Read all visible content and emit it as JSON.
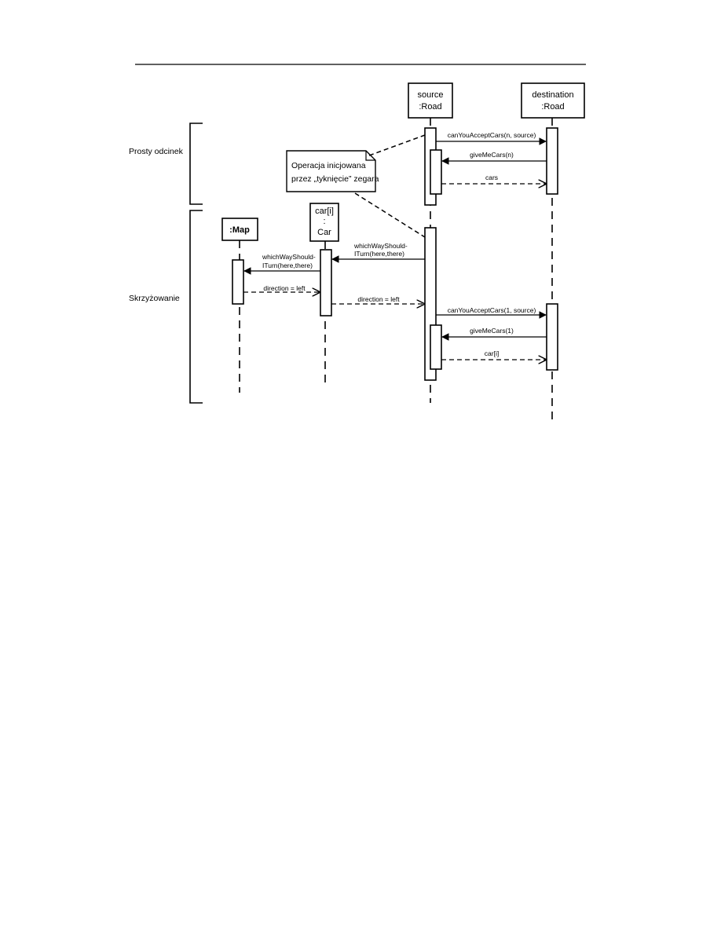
{
  "participants": {
    "source": {
      "line1": "source",
      "line2": ":Road"
    },
    "destination": {
      "line1": "destination",
      "line2": ":Road"
    },
    "map": {
      "line1": ":Map"
    },
    "car": {
      "line1": "car[i]",
      "line2": ":",
      "line3": "Car"
    }
  },
  "sections": {
    "straight": "Prosty odcinek",
    "intersection": "Skrzyżowanie"
  },
  "note": {
    "line1": "Operacja inicjowana",
    "line2": "przez „tyknięcie” zegara"
  },
  "messages": {
    "m1": "canYouAcceptCars(n, source)",
    "m2": "giveMeCars(n)",
    "m3": "cars",
    "m4_line1": "whichWayShould-",
    "m4_line2": "ITurn(here,there)",
    "m5_line1": "whichWayShould-",
    "m5_line2": "ITurn(here,there)",
    "m6": "direction = left",
    "m7": "direction = left",
    "m8": "canYouAcceptCars(1, source)",
    "m9": "giveMeCars(1)",
    "m10": "car[i]"
  }
}
